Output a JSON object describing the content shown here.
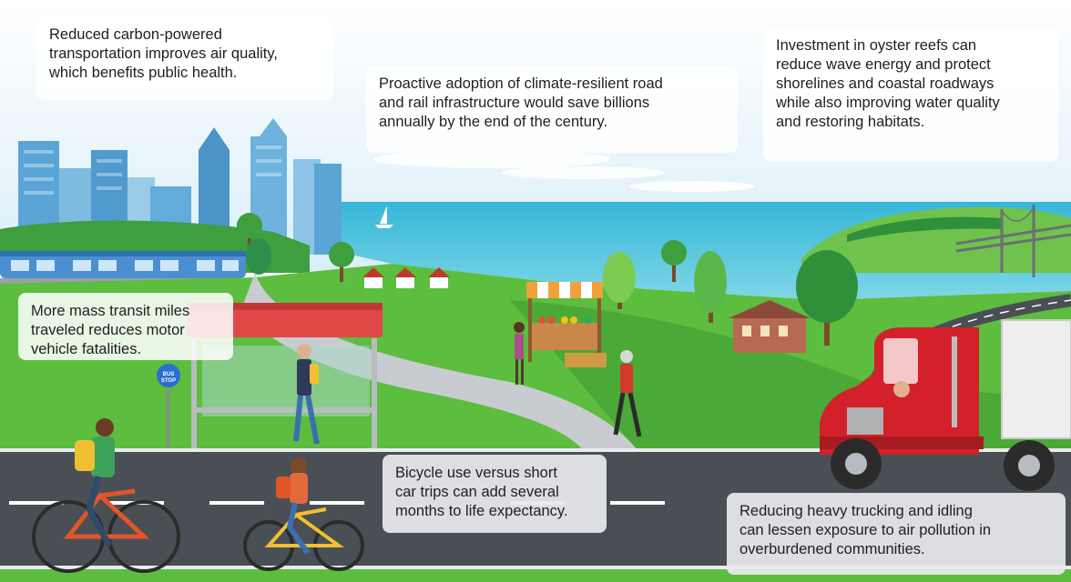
{
  "callouts": {
    "air_quality": {
      "lines": [
        "Reduced carbon-powered",
        "transportation improves air quality,",
        "which benefits public health."
      ]
    },
    "infrastructure": {
      "lines": [
        "Proactive adoption of climate-resilient road",
        "and rail infrastructure would save billions",
        "annually by the end of the century."
      ]
    },
    "oyster_reefs": {
      "lines": [
        "Investment in oyster reefs can",
        "reduce wave energy and protect",
        "shorelines and coastal roadways",
        "while also improving water quality",
        "and restoring habitats."
      ]
    },
    "mass_transit": {
      "lines": [
        "More mass transit miles",
        "traveled reduces motor",
        "vehicle fatalities."
      ]
    },
    "bicycle": {
      "lines": [
        "Bicycle use versus short",
        "car trips can add several",
        "months to life expectancy."
      ]
    },
    "trucking": {
      "lines": [
        "Reducing heavy trucking and idling",
        "can lessen exposure to air pollution in",
        "overburdened communities."
      ]
    }
  },
  "bus_stop_sign": {
    "line1": "BUS",
    "line2": "STOP"
  },
  "colors": {
    "sky": "#e3f3fb",
    "water": "#45c3dd",
    "grass": "#5cbd3f",
    "road": "#4a4f55",
    "truck_red": "#d4202a",
    "shelter_roof": "#e04848",
    "train": "#4a8fd0"
  }
}
